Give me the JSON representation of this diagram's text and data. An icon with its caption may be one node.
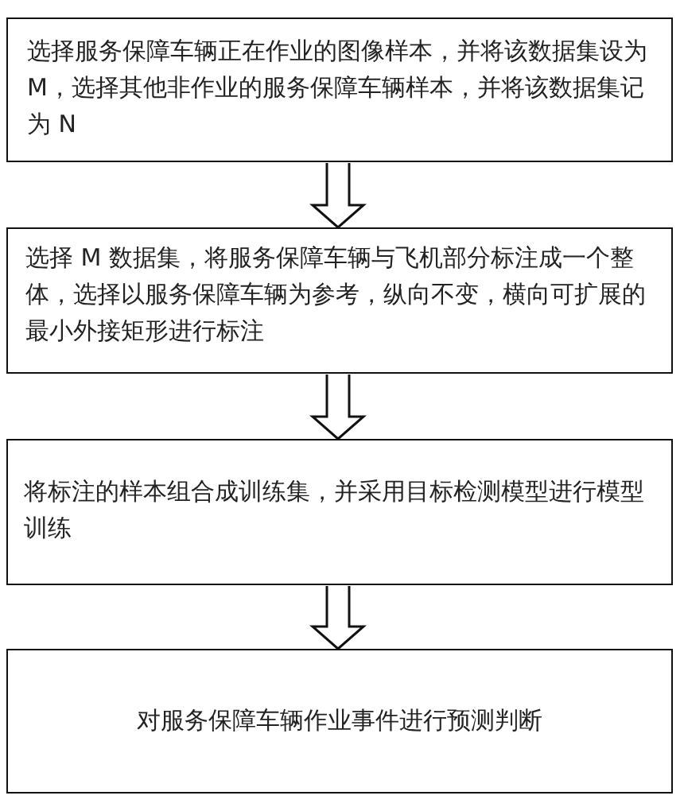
{
  "diagram": {
    "nodes": [
      {
        "text": [
          "选择服务保障车辆正在作业的图像样本，并将该数据集设为M，选择其他非作业的服务保障车辆样本，并将该数据集记为 N"
        ]
      },
      {
        "text": [
          "选择 M 数据集，将服务保障车辆与飞机部分标注成一个整体，选择以服务保障车辆为参考，纵向不变，横向可扩展的最小外接矩形进行标注"
        ]
      },
      {
        "text": [
          "将标注的样本组合成训练集，并采用目标检测模型进行模型训练"
        ]
      },
      {
        "text": [
          "对服务保障车辆作业事件进行预测判断"
        ]
      }
    ],
    "edges": [
      {
        "from": 0,
        "to": 1,
        "arrow": "to"
      },
      {
        "from": 1,
        "to": 2,
        "arrow": "to"
      },
      {
        "from": 2,
        "to": 3,
        "arrow": "to"
      }
    ]
  }
}
